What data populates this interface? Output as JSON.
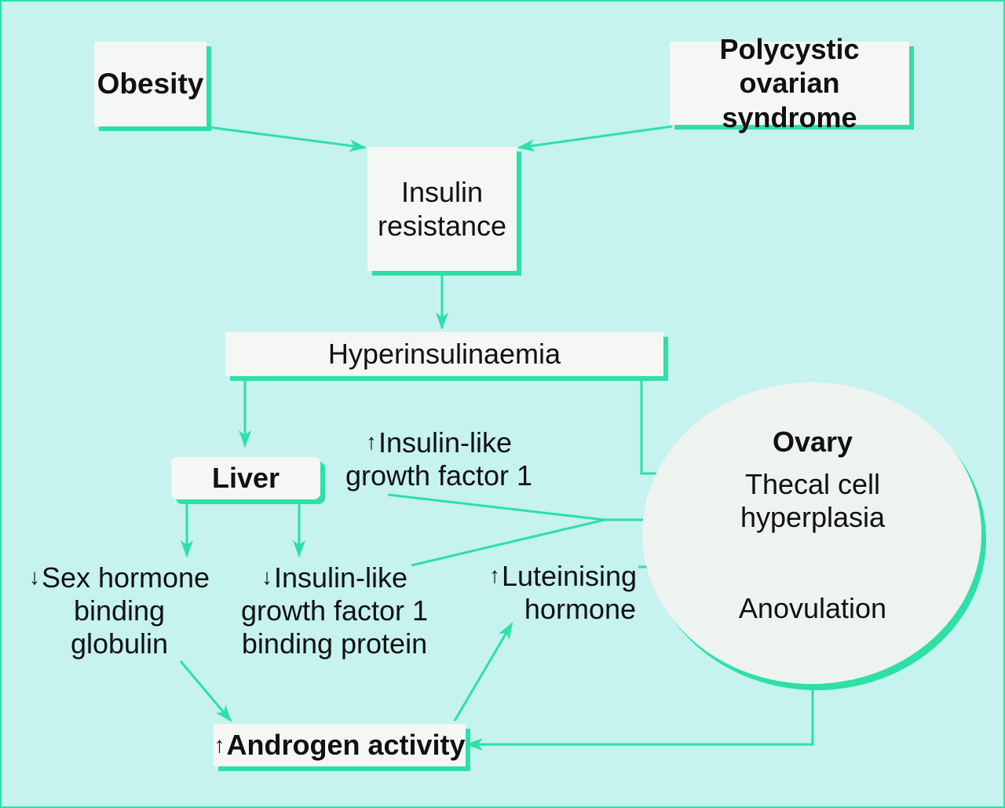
{
  "nodes": {
    "obesity": "Obesity",
    "pcos_line1": "Polycystic",
    "pcos_line2": "ovarian syndrome",
    "insulin_resistance_line1": "Insulin",
    "insulin_resistance_line2": "resistance",
    "hyperinsulinaemia": "Hyperinsulinaemia",
    "liver": "Liver",
    "igf1_arrow": "↑",
    "igf1_line1": "Insulin-like",
    "igf1_line2": "growth factor 1",
    "shbg_arrow": "↓",
    "shbg_line1": "Sex hormone",
    "shbg_line2": "binding",
    "shbg_line3": "globulin",
    "igfbp_arrow": "↓",
    "igfbp_line1": "Insulin-like",
    "igfbp_line2": "growth factor 1",
    "igfbp_line3": "binding protein",
    "lh_arrow": "↑",
    "lh_line1": "Luteinising",
    "lh_line2": "hormone",
    "ovary_title": "Ovary",
    "thecal_line1": "Thecal cell",
    "thecal_line2": "hyperplasia",
    "anovulation": "Anovulation",
    "androgen_arrow": "↑",
    "androgen": "Androgen activity"
  },
  "colors": {
    "background": "#c6f2ef",
    "accent": "#2ee0a6",
    "box": "#f4f7f4"
  }
}
